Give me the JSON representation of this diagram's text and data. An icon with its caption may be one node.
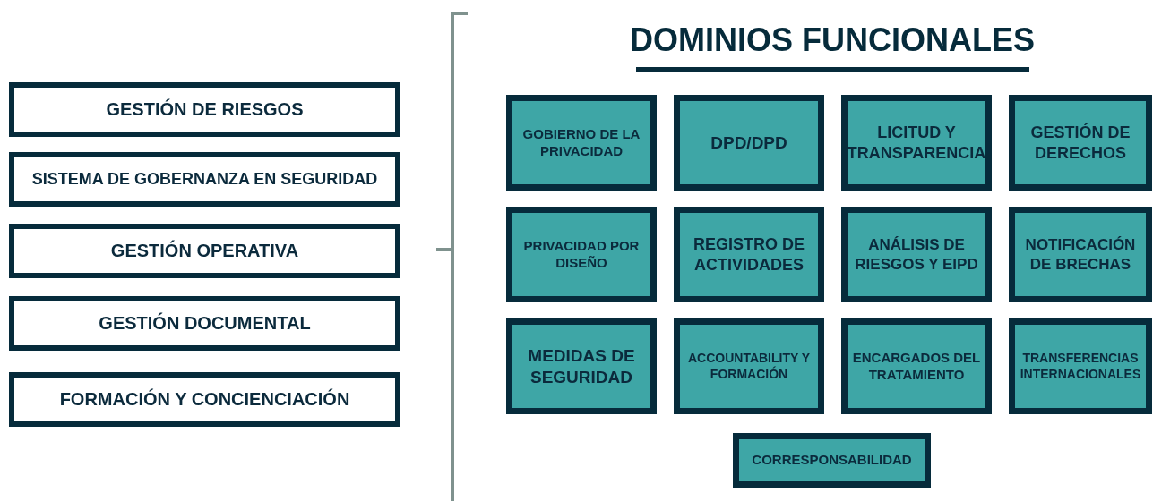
{
  "diagram": {
    "title": "DOMINIOS FUNCIONALES",
    "nodes": [
      {
        "text": [
          "GESTIÓN DE RIESGOS"
        ]
      },
      {
        "text": [
          "SISTEMA DE GOBERNANZA EN SEGURIDAD"
        ]
      },
      {
        "text": [
          "GESTIÓN OPERATIVA"
        ]
      },
      {
        "text": [
          "GESTIÓN DOCUMENTAL"
        ]
      },
      {
        "text": [
          "FORMACIÓN Y CONCIENCIACIÓN"
        ]
      },
      {
        "text": [
          "GOBIERNO DE LA PRIVACIDAD"
        ]
      },
      {
        "text": [
          "DPD/DPD"
        ]
      },
      {
        "text": [
          "LICITUD Y TRANSPARENCIA"
        ]
      },
      {
        "text": [
          "GESTIÓN DE DERECHOS"
        ]
      },
      {
        "text": [
          "PRIVACIDAD POR DISEÑO"
        ]
      },
      {
        "text": [
          "REGISTRO DE ACTIVIDADES"
        ]
      },
      {
        "text": [
          "ANÁLISIS DE RIESGOS Y EIPD"
        ]
      },
      {
        "text": [
          "NOTIFICACIÓN DE BRECHAS"
        ]
      },
      {
        "text": [
          "MEDIDAS DE SEGURIDAD"
        ]
      },
      {
        "text": [
          "ACCOUNTABILITY Y FORMACIÓN"
        ]
      },
      {
        "text": [
          "ENCARGADOS DEL TRATAMIENTO"
        ]
      },
      {
        "text": [
          "TRANSFERENCIAS INTERNACIONALES"
        ]
      },
      {
        "text": [
          "CORRESPONSABILIDAD"
        ]
      }
    ],
    "edges": []
  }
}
